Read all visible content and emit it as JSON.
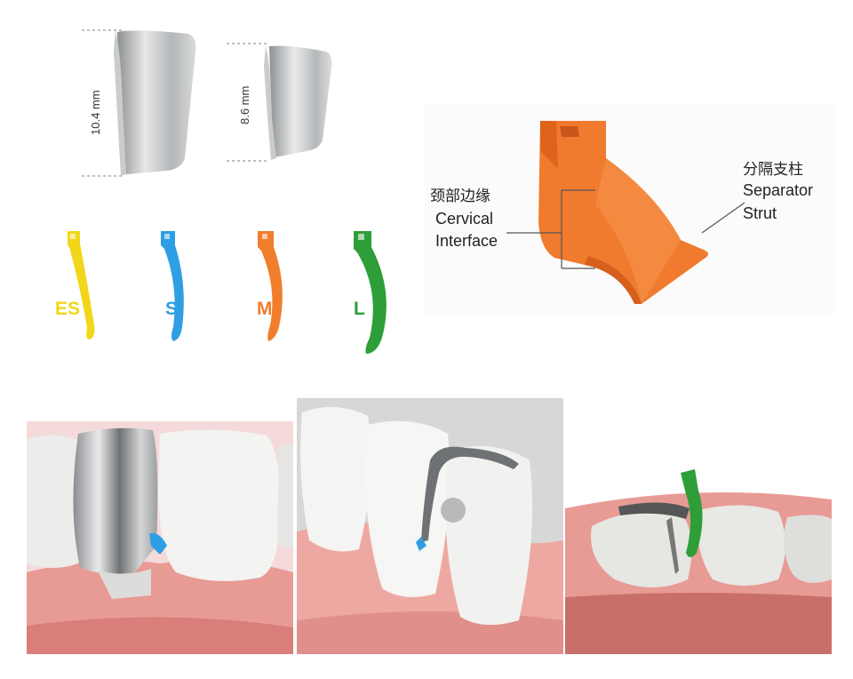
{
  "matrix_bands": {
    "large": {
      "height_label": "10.4 mm"
    },
    "small": {
      "height_label": "8.6 mm"
    }
  },
  "wedges": [
    {
      "label": "ES",
      "color": "#f2d619"
    },
    {
      "label": "S",
      "color": "#2f9fe3"
    },
    {
      "label": "M",
      "color": "#f07e2c"
    },
    {
      "label": "L",
      "color": "#2e9e38"
    }
  ],
  "callouts": {
    "cervical_cn": "颈部边缘",
    "cervical_en_1": "Cervical",
    "cervical_en_2": "Interface",
    "separator_cn": "分隔支柱",
    "separator_en_1": "Separator",
    "separator_en_2": "Strut"
  },
  "colors": {
    "orange_wedge": "#f07a2e",
    "gum": "#e89a95",
    "tooth": "#f3f3f1",
    "metal": "#a9acae"
  }
}
